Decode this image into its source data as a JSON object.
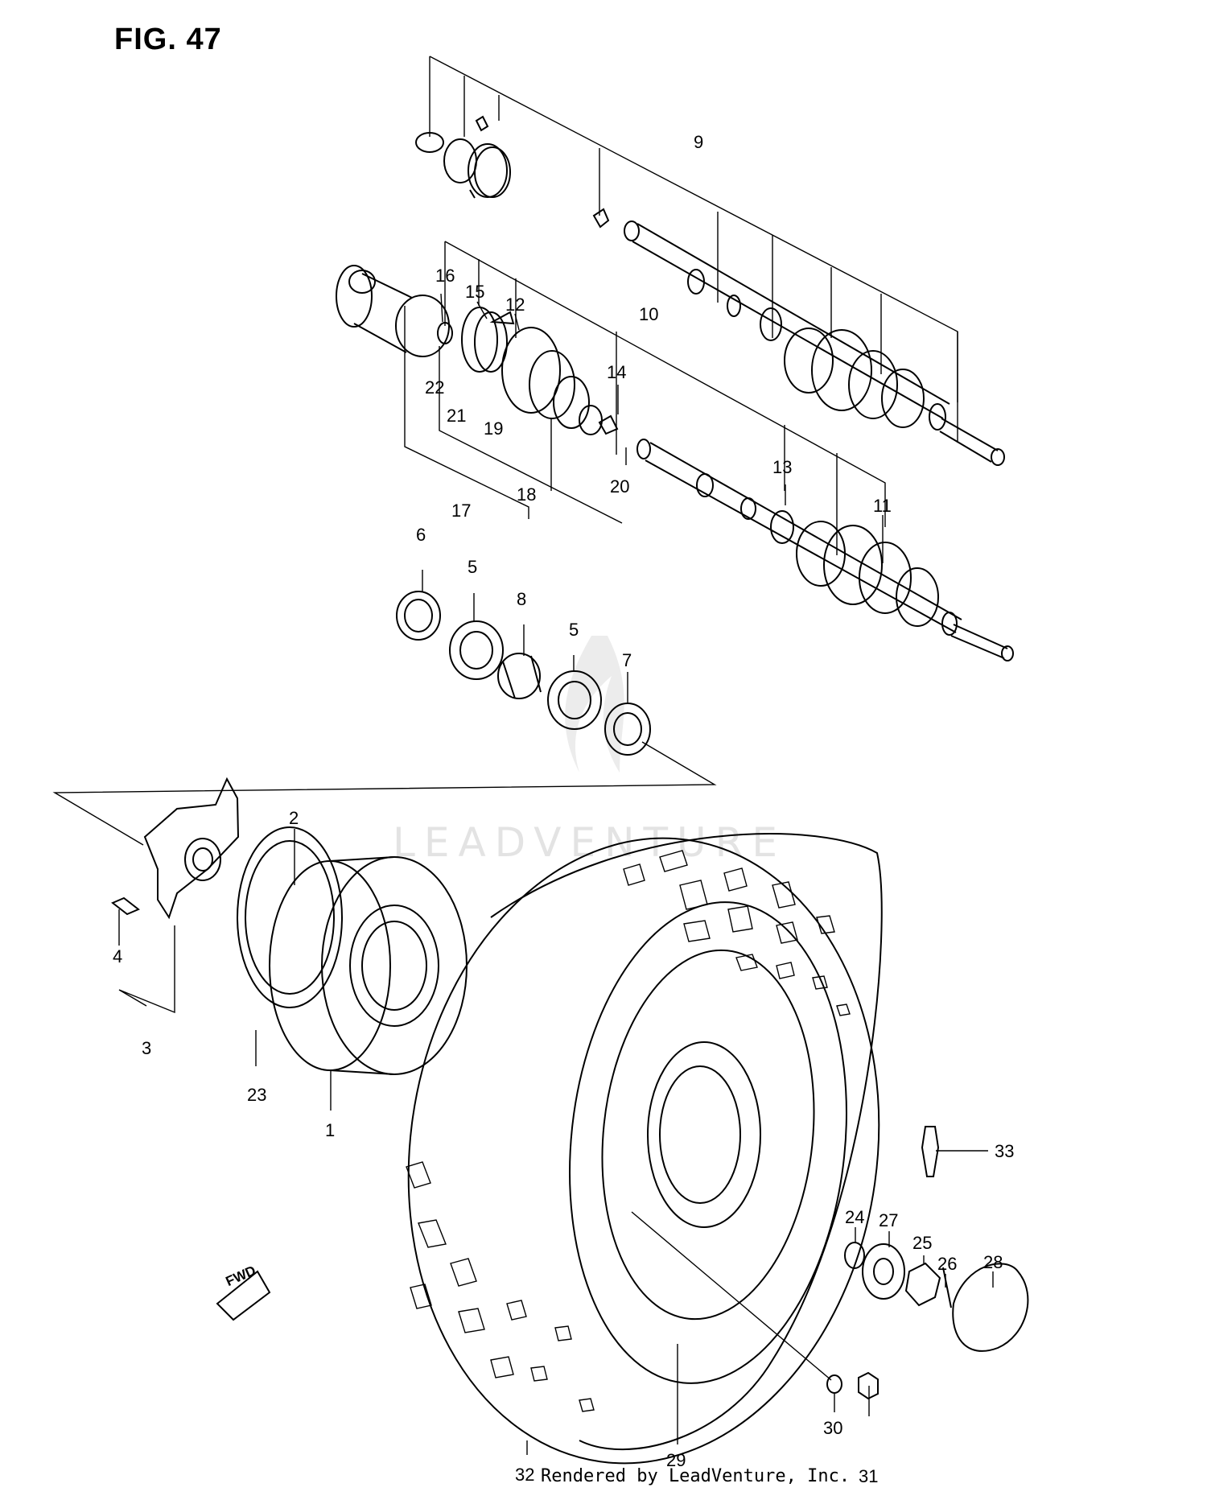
{
  "figure": {
    "title": "FIG. 47",
    "watermark": "LEADVENTURE",
    "credit": "Rendered by LeadVenture, Inc.",
    "direction_label": "FWD"
  },
  "callouts": [
    {
      "id": "1",
      "label": "1"
    },
    {
      "id": "2",
      "label": "2"
    },
    {
      "id": "3",
      "label": "3"
    },
    {
      "id": "4",
      "label": "4"
    },
    {
      "id": "5a",
      "label": "5"
    },
    {
      "id": "5b",
      "label": "5"
    },
    {
      "id": "6",
      "label": "6"
    },
    {
      "id": "7",
      "label": "7"
    },
    {
      "id": "8",
      "label": "8"
    },
    {
      "id": "9",
      "label": "9"
    },
    {
      "id": "10",
      "label": "10"
    },
    {
      "id": "11",
      "label": "11"
    },
    {
      "id": "12",
      "label": "12"
    },
    {
      "id": "13",
      "label": "13"
    },
    {
      "id": "14",
      "label": "14"
    },
    {
      "id": "15",
      "label": "15"
    },
    {
      "id": "16",
      "label": "16"
    },
    {
      "id": "17",
      "label": "17"
    },
    {
      "id": "18",
      "label": "18"
    },
    {
      "id": "19",
      "label": "19"
    },
    {
      "id": "20",
      "label": "20"
    },
    {
      "id": "21",
      "label": "21"
    },
    {
      "id": "22",
      "label": "22"
    },
    {
      "id": "23",
      "label": "23"
    },
    {
      "id": "24",
      "label": "24"
    },
    {
      "id": "25",
      "label": "25"
    },
    {
      "id": "26",
      "label": "26"
    },
    {
      "id": "27",
      "label": "27"
    },
    {
      "id": "28",
      "label": "28"
    },
    {
      "id": "29",
      "label": "29"
    },
    {
      "id": "30",
      "label": "30"
    },
    {
      "id": "31",
      "label": "31"
    },
    {
      "id": "32",
      "label": "32"
    },
    {
      "id": "33",
      "label": "33"
    }
  ]
}
